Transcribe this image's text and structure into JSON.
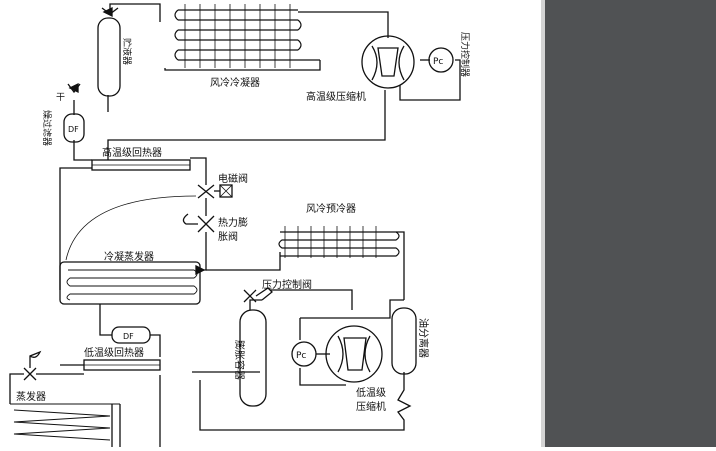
{
  "diagram": {
    "labels": {
      "receiver": "贮液器",
      "air_condenser": "风冷冷凝器",
      "high_compressor": "高温级压缩机",
      "pc_top": "Pc",
      "pressure_control_top": "压力控制器",
      "drier_top_char": "干",
      "drier_filter": "燥过滤器",
      "df_top": "DF",
      "high_heat_exchanger": "高温级回热器",
      "solenoid_valve": "电磁阀",
      "precooler": "风冷预冷器",
      "thermal_exp_valve_1": "热力膨",
      "thermal_exp_valve_2": "胀阀",
      "cond_evaporator": "冷凝蒸发器",
      "pressure_control_valve": "压力控制阀",
      "df_bottom": "DF",
      "expansion_vessel": "膨胀容器",
      "pc_bottom": "Pc",
      "oil_separator": "油分离器",
      "low_heat_exchanger": "低温级回热器",
      "evaporator": "蒸发器",
      "low_compressor_1": "低温级",
      "low_compressor_2": "压缩机"
    }
  },
  "colors": {
    "line": "#111111",
    "sidebar": "#505254",
    "background": "#ffffff"
  }
}
